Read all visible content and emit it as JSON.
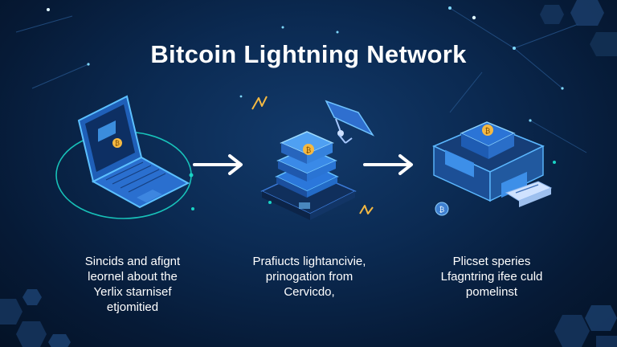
{
  "title": "Bitcoin Lightning Network",
  "steps": [
    {
      "lines": [
        "Sincids and afignt",
        "leornel about the",
        "Yerlix starnisef",
        "etjomitied"
      ]
    },
    {
      "lines": [
        "Prafiucts lightancivie,",
        "prinogation from",
        "Cervicdo,"
      ]
    },
    {
      "lines": [
        "Plicset speries",
        "Lfagntring ifee culd",
        "pomelinst"
      ]
    }
  ],
  "colors": {
    "background": "#0b2a52",
    "accent": "#4aa8ff",
    "glow": "#19d3c5",
    "coin": "#f5b942",
    "arrow": "#ffffff"
  },
  "icons": [
    "laptop-icon",
    "bitcoin-coin-icon",
    "arrow-right-icon",
    "server-stack-icon",
    "satellite-icon",
    "lightning-bolt-icon",
    "card-reader-icon",
    "hexagon-decoration"
  ]
}
